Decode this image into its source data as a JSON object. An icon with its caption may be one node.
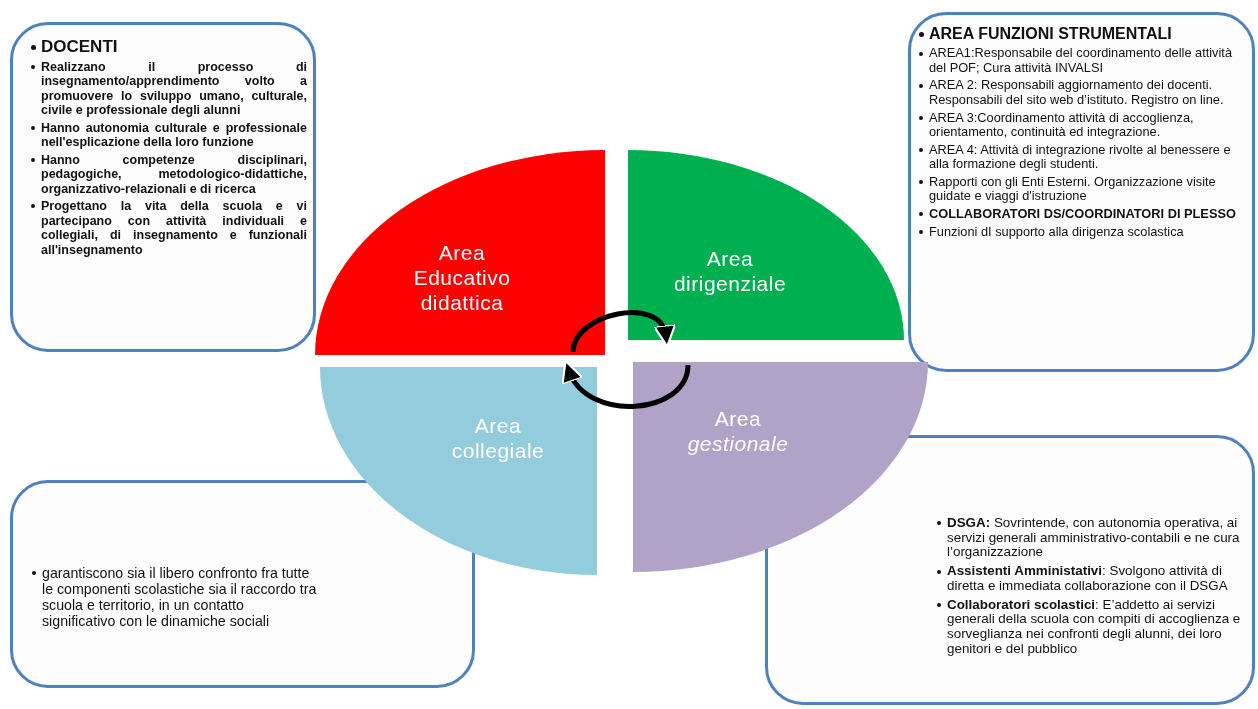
{
  "diagram": {
    "nodes": [
      {
        "text": [
          "DOCENTI",
          "Realizzano il processo di insegnamento/apprendimento volto a promuovere lo sviluppo umano, culturale, civile e professionale degli alunni",
          "Hanno autonomia culturale e professionale nell'esplicazione della loro funzione",
          "Hanno competenze disciplinari, pedagogiche, metodologico-didattiche, organizzativo-relazionali e di ricerca",
          "Progettano la vita della scuola e vi partecipano con attività individuali e collegiali, di insegnamento e funzionali all'insegnamento"
        ]
      },
      {
        "text": [
          "AREA FUNZIONI STRUMENTALI",
          "AREA1:Responsabile del coordinamento delle attività del POF; Cura attività INVALSI",
          "AREA 2: Responsabili aggiornamento dei docenti. Responsabili del sito web d’istituto. Registro on line.",
          "AREA 3:Coordinamento attività di accoglienza, orientamento, continuità ed integrazione.",
          "AREA 4: Attività di integrazione rivolte al benessere e alla formazione degli studenti.",
          "Rapporti con gli Enti Esterni. Organizzazione visite guidate e viaggi d'istruzione",
          "COLLABORATORI DS/COORDINATORI DI PLESSO",
          "Funzioni dI supporto alla dirigenza scolastica"
        ]
      },
      {
        "text": [
          "Area Educativo didattica"
        ]
      },
      {
        "text": [
          "Area dirigenziale"
        ]
      },
      {
        "text": [
          "Area collegiale"
        ]
      },
      {
        "text": [
          "Area *gestionale*"
        ]
      },
      {
        "text": [
          "garantiscono sia il libero confronto fra tutte le componenti scolastiche sia il raccordo tra scuola e territorio, in un contatto significativo con le dinamiche sociali"
        ]
      },
      {
        "text": [
          "**DSGA:** Sovrintende, con autonomia operativa, ai servizi generali amministrativo-contabili e ne cura l’organizzazione",
          "**Assistenti Amministativi**: Svolgono attività di diretta e immediata collaborazione con il DSGA",
          "**Collaboratori scolastici**: E’addetto ai servizi generali della scuola con compiti di accoglienza e sorveglianza nei confronti degli alunni, dei loro genitori e del pubblico"
        ]
      }
    ],
    "edges": [
      {
        "from": 2,
        "to": 3,
        "arrow": "to"
      },
      {
        "from": 5,
        "to": 4,
        "arrow": "to"
      }
    ]
  }
}
